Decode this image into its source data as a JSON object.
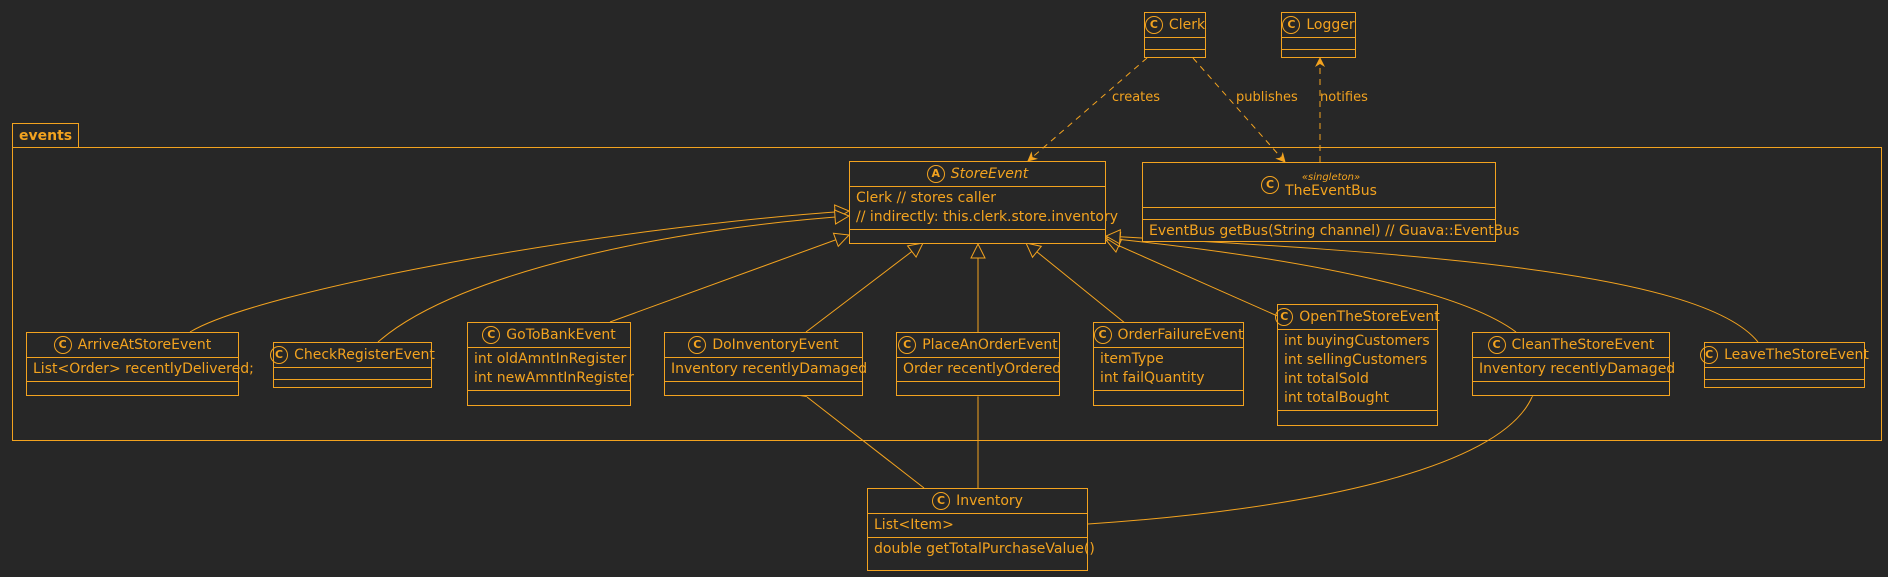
{
  "package": {
    "name": "events"
  },
  "classes": {
    "clerk": {
      "badge": "C",
      "name": "Clerk"
    },
    "logger": {
      "badge": "C",
      "name": "Logger"
    },
    "store_event": {
      "badge": "A",
      "name": "StoreEvent",
      "fields": [
        "Clerk // stores caller",
        "// indirectly: this.clerk.store.inventory"
      ]
    },
    "event_bus": {
      "badge": "C",
      "name": "TheEventBus",
      "stereotype": "«singleton»",
      "methods": [
        "EventBus getBus(String channel) // Guava::EventBus"
      ]
    },
    "arrive": {
      "badge": "C",
      "name": "ArriveAtStoreEvent",
      "fields": [
        "List<Order> recentlyDelivered;"
      ]
    },
    "check_register": {
      "badge": "C",
      "name": "CheckRegisterEvent"
    },
    "go_to_bank": {
      "badge": "C",
      "name": "GoToBankEvent",
      "fields": [
        "int oldAmntInRegister",
        "int newAmntInRegister"
      ]
    },
    "do_inventory": {
      "badge": "C",
      "name": "DoInventoryEvent",
      "fields": [
        "Inventory recentlyDamaged"
      ]
    },
    "place_order": {
      "badge": "C",
      "name": "PlaceAnOrderEvent",
      "fields": [
        "Order recentlyOrdered"
      ]
    },
    "order_failure": {
      "badge": "C",
      "name": "OrderFailureEvent",
      "fields": [
        "itemType",
        "int failQuantity"
      ]
    },
    "open_store": {
      "badge": "C",
      "name": "OpenTheStoreEvent",
      "fields": [
        "int buyingCustomers",
        "int sellingCustomers",
        "int totalSold",
        "int totalBought"
      ]
    },
    "clean_store": {
      "badge": "C",
      "name": "CleanTheStoreEvent",
      "fields": [
        "Inventory recentlyDamaged"
      ]
    },
    "leave_store": {
      "badge": "C",
      "name": "LeaveTheStoreEvent"
    },
    "inventory": {
      "badge": "C",
      "name": "Inventory",
      "fields": [
        "List<Item>"
      ],
      "methods": [
        "double getTotalPurchaseValue()"
      ]
    }
  },
  "relations": {
    "creates": "creates",
    "publishes": "publishes",
    "notifies": "notifies"
  },
  "colors": {
    "background": "#272727",
    "stroke": "#F3A31F"
  }
}
